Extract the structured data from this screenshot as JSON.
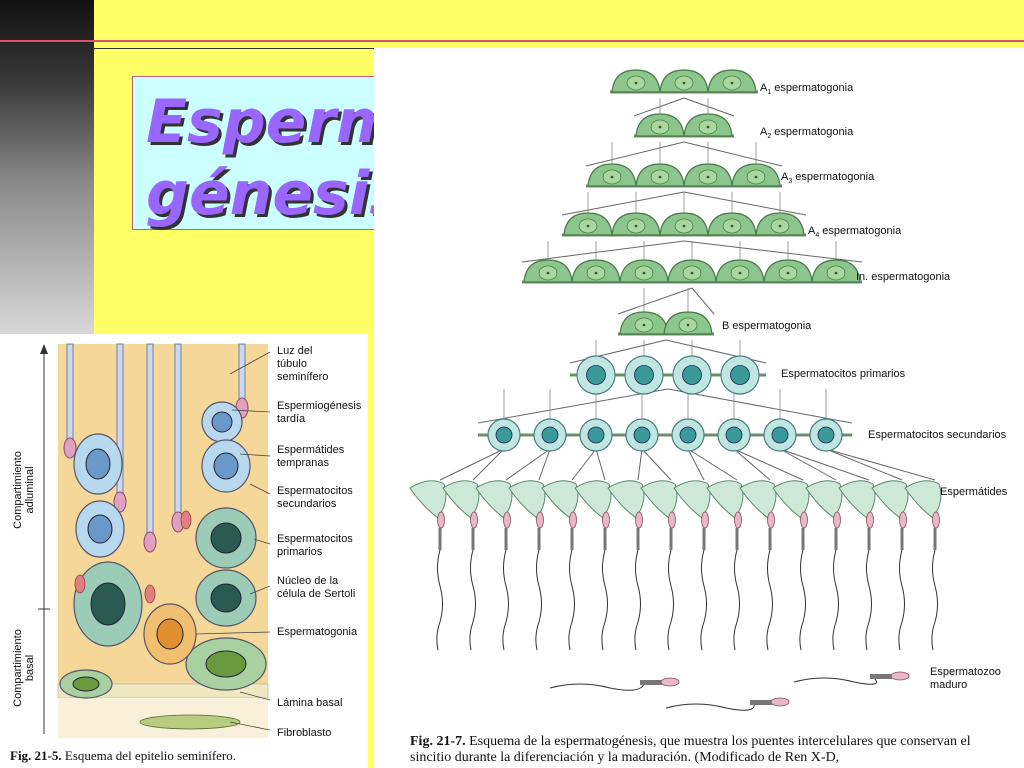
{
  "slide": {
    "title": "Espermato-\ngénesis",
    "colors": {
      "background": "#ffff66",
      "title_box": "#ccffff",
      "title_text": "#9966ff",
      "accent_line": "#e0506a"
    }
  },
  "left_figure": {
    "labels": [
      "Luz del\ntúbulo\nseminífero",
      "Espermiogénesis\ntardía",
      "Espermátides\ntempranas",
      "Espermatocitos\nsecundarios",
      "Espermatocitos\nprimarios",
      "Núcleo de la\ncélula de Sertoli",
      "Espermatogonia",
      "Lámina basal",
      "Fibroblasto"
    ],
    "axis_labels": [
      "Compartimiento\nadluminal",
      "Compartimiento\nbasal"
    ],
    "caption_bold": "Fig. 21-5.",
    "caption_text": " Esquema del epitelio seminífero."
  },
  "right_figure": {
    "labels": [
      {
        "main": "A",
        "sub": "1",
        "rest": " espermatogonia"
      },
      {
        "main": "A",
        "sub": "2",
        "rest": " espermatogonia"
      },
      {
        "main": "A",
        "sub": "3",
        "rest": " espermatogonia"
      },
      {
        "main": "A",
        "sub": "4",
        "rest": " espermatogonia"
      },
      {
        "main": "In.",
        "sub": "",
        "rest": " espermatogonia"
      },
      {
        "main": "B",
        "sub": "",
        "rest": " espermatogonia"
      },
      {
        "main": "Espermatocitos primarios",
        "sub": "",
        "rest": ""
      },
      {
        "main": "Espermatocitos secundarios",
        "sub": "",
        "rest": ""
      },
      {
        "main": "Espermátides",
        "sub": "",
        "rest": ""
      },
      {
        "main": "Espermatozoo\nmaduro",
        "sub": "",
        "rest": ""
      }
    ],
    "caption_bold": "Fig. 21-7.",
    "caption_text": " Esquema de la espermatogénesis, que muestra los puentes intercelulares que conservan el sincitio durante la diferenciación y la maduración. (Modificado de Ren X-D,"
  }
}
